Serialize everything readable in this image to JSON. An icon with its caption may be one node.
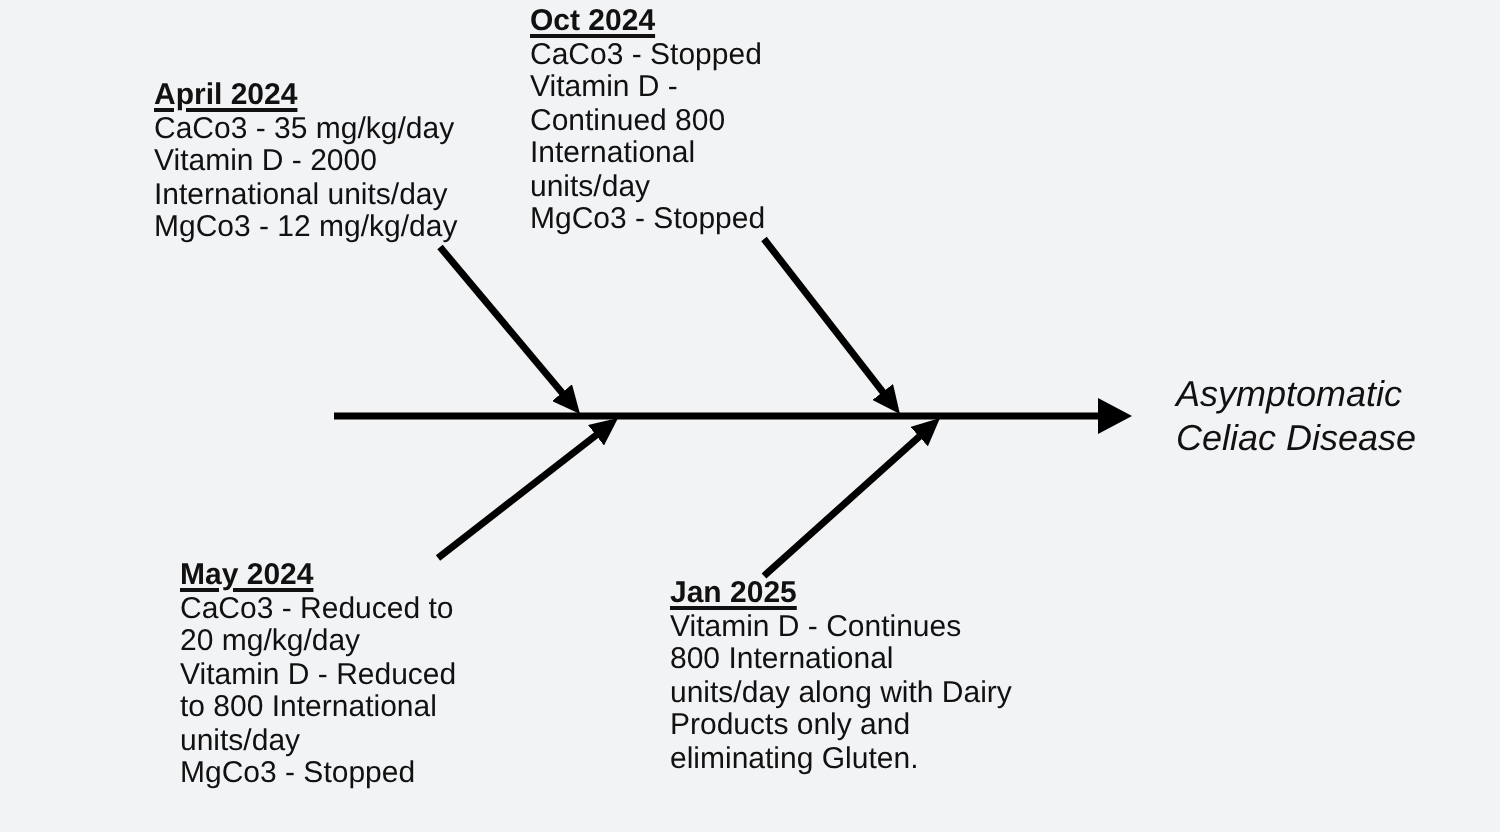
{
  "diagram": {
    "nodes": [
      {
        "text": [
          "April 2024",
          "CaCo3 - 35 mg/kg/day",
          "Vitamin D - 2000 International units/day",
          "MgCo3 - 12 mg/kg/day"
        ]
      },
      {
        "text": [
          "Oct 2024",
          "CaCo3 - Stopped",
          "Vitamin D - Continued 800 International units/day",
          "MgCo3 - Stopped"
        ]
      },
      {
        "text": [
          "May 2024",
          "CaCo3 - Reduced to 20 mg/kg/day",
          "Vitamin D - Reduced to 800 International units/day",
          "MgCo3 - Stopped"
        ]
      },
      {
        "text": [
          "Jan 2025",
          "Vitamin D - Continues 800 International units/day along with Dairy Products only and eliminating Gluten."
        ]
      },
      {
        "text": [
          "Asymptomatic Celiac Disease"
        ]
      }
    ],
    "edges": [
      {
        "from": null,
        "to": 4,
        "arrow": "to"
      },
      {
        "from": 0,
        "to": null,
        "arrow": "to"
      },
      {
        "from": 1,
        "to": null,
        "arrow": "to"
      },
      {
        "from": 2,
        "to": null,
        "arrow": "to"
      },
      {
        "from": 3,
        "to": null,
        "arrow": "to"
      }
    ]
  }
}
